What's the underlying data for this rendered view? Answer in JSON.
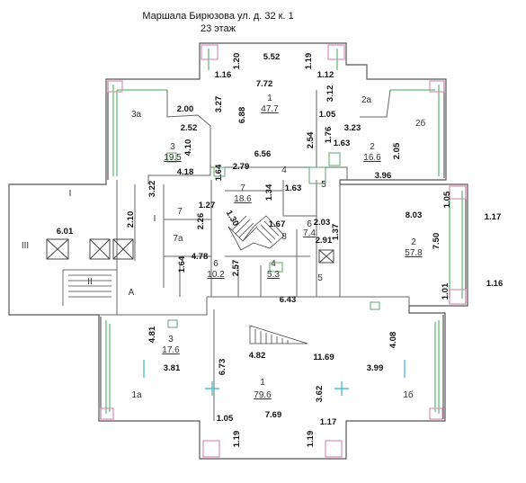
{
  "header": {
    "address": "Маршала Бирюзова ул. д. 32 к. 1",
    "floor": "23 этаж"
  },
  "rooms": {
    "r1_top": {
      "number": "1",
      "area": "47.7"
    },
    "r2_left": {
      "number": "3",
      "area": "19.5"
    },
    "r2_right": {
      "number": "2",
      "area": "16.6"
    },
    "r3a": {
      "label": "3а"
    },
    "r2a": {
      "label": "2а"
    },
    "r2b": {
      "label": "2б"
    },
    "r4_top": {
      "number": "4",
      "area": ""
    },
    "r5_top": {
      "label": "5"
    },
    "r7": {
      "number": "7",
      "area": "18.6"
    },
    "r6_mid": {
      "number": "6",
      "area": "7.4"
    },
    "r8": {
      "label": "8"
    },
    "r71": {
      "label": "7"
    },
    "r71a": {
      "label": "7а"
    },
    "r2_big": {
      "number": "2",
      "area": "57.8"
    },
    "r6_low": {
      "number": "6",
      "area": "10.2"
    },
    "r4_low": {
      "number": "4",
      "area": "5.3"
    },
    "r5_low": {
      "label": "5"
    },
    "rI": {
      "label": "I"
    },
    "rII": {
      "label": "II"
    },
    "rIII": {
      "label": "III"
    },
    "rIv": {
      "label": "I"
    },
    "rA": {
      "label": "A"
    },
    "r3_low": {
      "number": "3",
      "area": "17.6"
    },
    "r1_low": {
      "number": "1",
      "area": "79.6"
    },
    "r1a": {
      "label": "1а"
    },
    "r1b": {
      "label": "1б"
    }
  },
  "dimensions": {
    "d552": "5.52",
    "d120": "1.20",
    "d119t": "1.19",
    "d116": "1.16",
    "d112": "1.12",
    "d772": "7.72",
    "d327": "3.27",
    "d688": "6.88",
    "d312": "3.12",
    "d105t": "1.05",
    "d323": "3.23",
    "d200": "2.00",
    "d252": "2.52",
    "d410": "4.10",
    "d176": "1.76",
    "d254": "2.54",
    "d163a": "1.63",
    "d656": "6.56",
    "d205": "2.05",
    "d418": "4.18",
    "d164a": "1.64",
    "d279": "2.79",
    "d163b": "1.63",
    "d396": "3.96",
    "d322": "3.22",
    "d127": "1.27",
    "d134": "1.34",
    "d105r": "1.05",
    "d803": "8.03",
    "d117": "1.17",
    "d601": "6.01",
    "d210": "2.10",
    "d226": "2.26",
    "d130": "1.30",
    "d167": "1.67",
    "d203": "2.03",
    "d137": "1.37",
    "d291": "2.91",
    "d750": "7.50",
    "d478": "4.78",
    "d164b": "1.64",
    "d257": "2.57",
    "d116r": "1.16",
    "d101": "1.01",
    "d643": "6.43",
    "d481": "4.81",
    "d408": "4.08",
    "d482": "4.82",
    "d1169": "11.69",
    "d673": "6.73",
    "d381": "3.81",
    "d399": "3.99",
    "d362": "3.62",
    "d769": "7.69",
    "d105b": "1.05",
    "d117b": "1.17",
    "d119bl": "1.19",
    "d119br": "1.19"
  }
}
